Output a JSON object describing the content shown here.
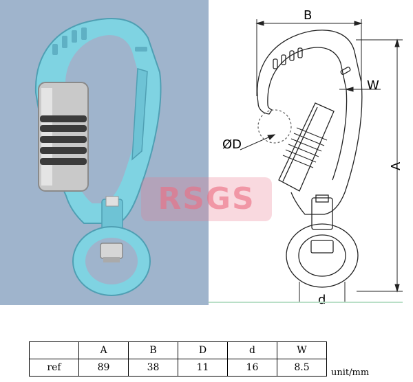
{
  "watermark": "RSGS",
  "drawing_labels": {
    "a": "A",
    "b": "B",
    "w": "W",
    "d_diameter": "ØD",
    "d_small": "d"
  },
  "table": {
    "headers": [
      "",
      "A",
      "B",
      "D",
      "d",
      "W"
    ],
    "row": [
      "ref",
      "89",
      "38",
      "11",
      "16",
      "8.5"
    ],
    "unit": "unit/mm"
  },
  "colors": {
    "render_background": "#9fb4cc",
    "hook_body": "#7fd3e2",
    "gate_sleeve": "#c9c9c9",
    "knurl": "#3b3b3b"
  }
}
